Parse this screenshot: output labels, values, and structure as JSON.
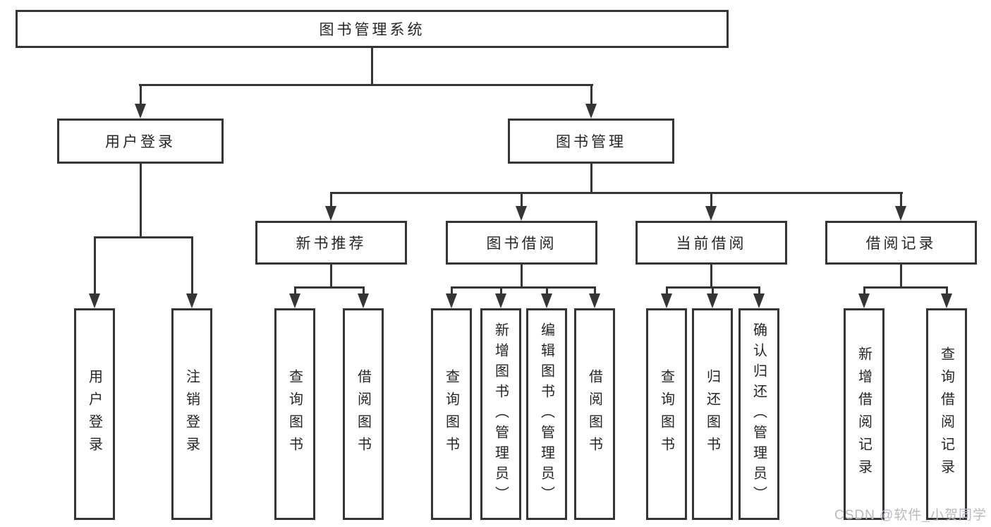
{
  "diagram": {
    "title_note": "functional structure tree of a library management system",
    "root": {
      "label": "图书管理系统"
    },
    "level2": [
      {
        "label": "用户登录"
      },
      {
        "label": "图书管理"
      }
    ],
    "level3": [
      {
        "label": "新书推荐"
      },
      {
        "label": "图书借阅"
      },
      {
        "label": "当前借阅"
      },
      {
        "label": "借阅记录"
      }
    ],
    "leaves": {
      "login": [
        "用户登录",
        "注销登录"
      ],
      "newbook": [
        "查询图书",
        "借阅图书"
      ],
      "borrow": [
        "查询图书",
        "新增图书（管理员）",
        "编辑图书（管理员）",
        "借阅图书"
      ],
      "current": [
        "查询图书",
        "归还图书",
        "确认归还（管理员）"
      ],
      "records": [
        "新增借阅记录",
        "查询借阅记录"
      ]
    },
    "watermark": "CSDN @软件_小贺同学",
    "colors": {
      "line": "#353535",
      "text": "#262626",
      "watermark": "#b9b9be",
      "background": "#ffffff"
    }
  }
}
